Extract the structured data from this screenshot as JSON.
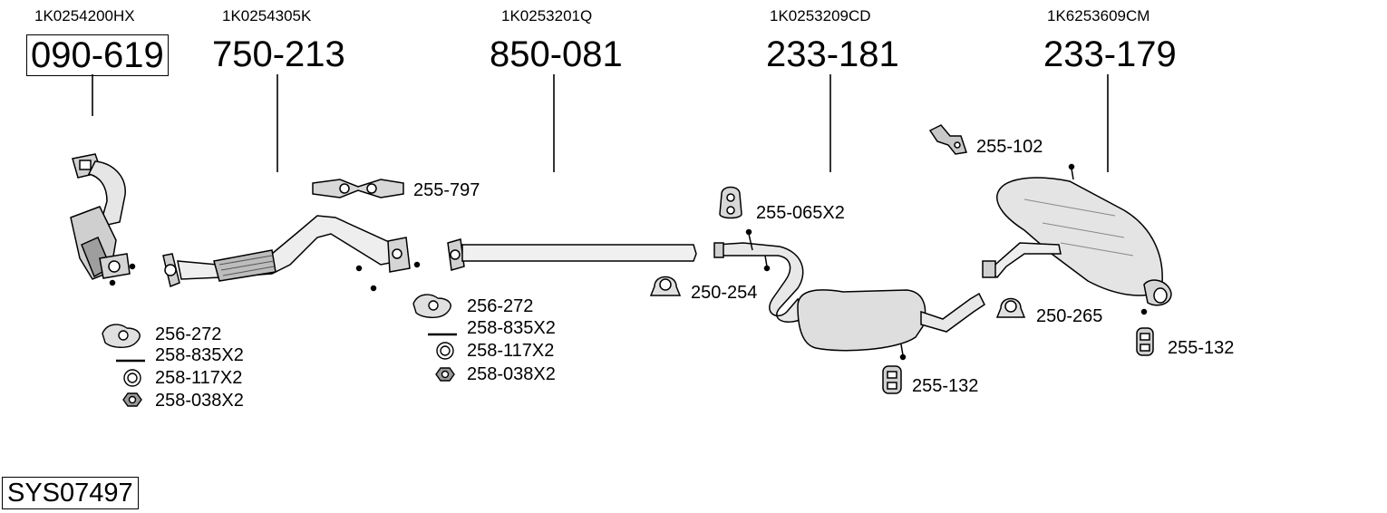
{
  "system_number": "SYS07497",
  "columns": [
    {
      "oem": "1K0254200HX",
      "part": "090-619"
    },
    {
      "oem": "1K0254305K",
      "part": "750-213"
    },
    {
      "oem": "1K0253201Q",
      "part": "850-081"
    },
    {
      "oem": "1K0253209CD",
      "part": "233-181"
    },
    {
      "oem": "1K6253609CM",
      "part": "233-179"
    }
  ],
  "accessories": {
    "group1": [
      "256-272",
      "258-835X2",
      "258-117X2",
      "258-038X2"
    ],
    "group2": [
      "256-272",
      "258-835X2",
      "258-117X2",
      "258-038X2"
    ],
    "gasket_797": "255-797",
    "clamp_254": "250-254",
    "mount_065": "255-065X2",
    "bracket_102": "255-102",
    "clamp_265": "250-265",
    "hanger_132a": "255-132",
    "hanger_132b": "255-132"
  }
}
